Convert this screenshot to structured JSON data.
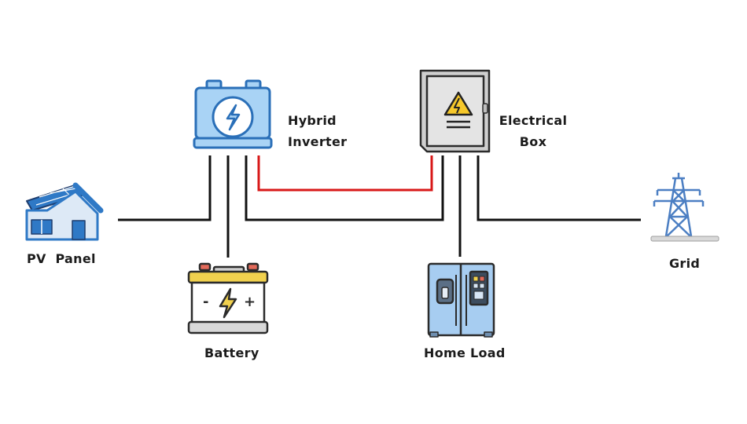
{
  "labels": {
    "hybrid_inverter_line1": "Hybrid",
    "hybrid_inverter_line2": "Inverter",
    "electrical_box_line1": "Electrical",
    "electrical_box_line2": "Box",
    "pv_panel": "PV  Panel",
    "battery": "Battery",
    "home_load": "Home Load",
    "grid": "Grid"
  },
  "battery_signs": {
    "minus": "-",
    "plus": "+"
  },
  "colors": {
    "wire": "#111111",
    "wire_red": "#d81818",
    "inverter_fill": "#a9d3f5",
    "inverter_stroke": "#2a6fb8",
    "box_fill": "#e4e4e4",
    "warning_yellow": "#f6c82b",
    "battery_top": "#f1d14e",
    "battery_terminal": "#e36a5a",
    "fridge_fill": "#a7cdf1",
    "house_blue": "#2f79c6",
    "tower_blue": "#4c7fc3"
  }
}
